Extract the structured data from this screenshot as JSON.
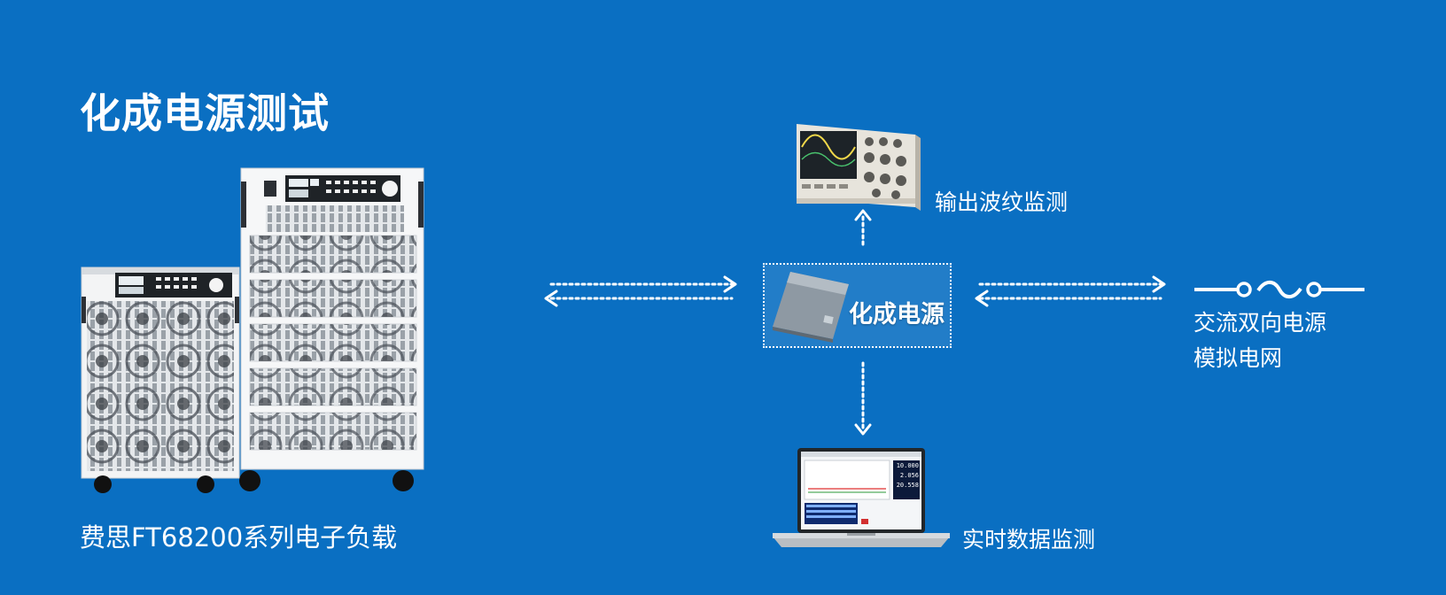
{
  "title": "化成电源测试",
  "product": {
    "caption": "费思FT68200系列电子负载"
  },
  "center": {
    "label": "化成电源"
  },
  "nodes": {
    "ripple": "输出波纹监测",
    "realtime": "实时数据监测",
    "ac_line1": "交流双向电源",
    "ac_line2": "模拟电网"
  },
  "laptop_readouts": [
    "10.000",
    "2.056",
    "20.558"
  ],
  "icons": {
    "electronic_load": "electronic-load-cabinet-icon",
    "oscilloscope": "oscilloscope-icon",
    "laptop": "laptop-icon",
    "formation_supply": "formation-power-supply-icon",
    "ac_source": "ac-source-symbol-icon"
  },
  "colors": {
    "background": "#0a6fc2",
    "foreground": "#ffffff"
  }
}
